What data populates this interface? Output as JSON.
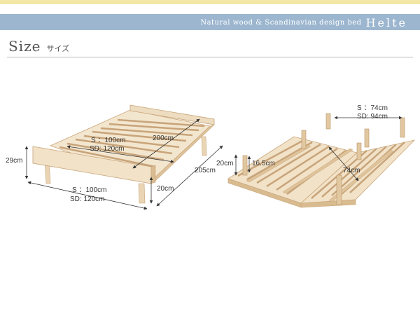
{
  "header": {
    "tagline": "Natural wood & Scandinavian design bed",
    "brand": "Helte"
  },
  "section": {
    "title_en": "Size",
    "title_jp": "サイズ"
  },
  "assembled_bed": {
    "height": "29cm",
    "width_s": "S ：100cm",
    "width_sd": "SD: 120cm",
    "slat_width_s": "S ：100cm",
    "slat_width_sd": "SD: 120cm",
    "slat_length": "200cm",
    "length": "205cm",
    "leg_height": "20cm"
  },
  "floor_bed": {
    "width_s": "S ：74cm",
    "width_sd": "SD: 94cm",
    "leg_height": "20cm",
    "leg_inner_height": "16.5cm",
    "half_width": "74cm"
  },
  "colors": {
    "banner": "#9cb6cf",
    "wood_light": "#f1e2c8",
    "wood_mid": "#e6ceaa",
    "wood_dark": "#c9a478"
  }
}
